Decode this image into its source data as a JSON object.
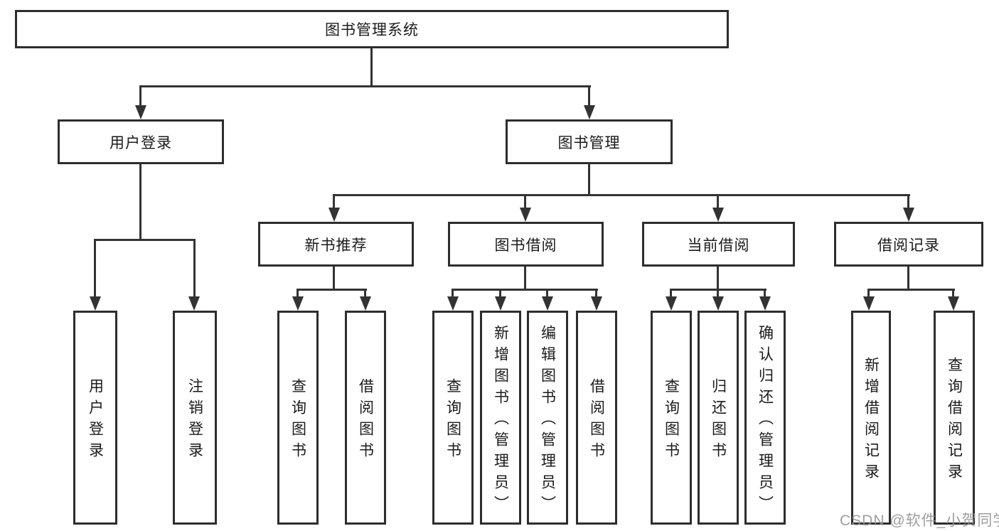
{
  "tree": {
    "root": {
      "label": "图书管理系统"
    },
    "branches": [
      {
        "label": "用户登录",
        "children": [
          {
            "label": "用户登录"
          },
          {
            "label": "注销登录"
          }
        ]
      },
      {
        "label": "图书管理",
        "children": [
          {
            "label": "新书推荐",
            "children": [
              {
                "label": "查询图书"
              },
              {
                "label": "借阅图书"
              }
            ]
          },
          {
            "label": "图书借阅",
            "children": [
              {
                "label": "查询图书"
              },
              {
                "label": "新增图书（管理员）"
              },
              {
                "label": "编辑图书（管理员）"
              },
              {
                "label": "借阅图书"
              }
            ]
          },
          {
            "label": "当前借阅",
            "children": [
              {
                "label": "查询图书"
              },
              {
                "label": "归还图书"
              },
              {
                "label": "确认归还（管理员）"
              }
            ]
          },
          {
            "label": "借阅记录",
            "children": [
              {
                "label": "新增借阅记录"
              },
              {
                "label": "查询借阅记录"
              }
            ]
          }
        ]
      }
    ]
  },
  "watermark": {
    "text": "CSDN @软件_小贺同学"
  },
  "colors": {
    "line": "#333333",
    "box_border": "#2d2d2d",
    "text": "#1a1a1a",
    "background": "#ffffff",
    "watermark": "#949494"
  }
}
